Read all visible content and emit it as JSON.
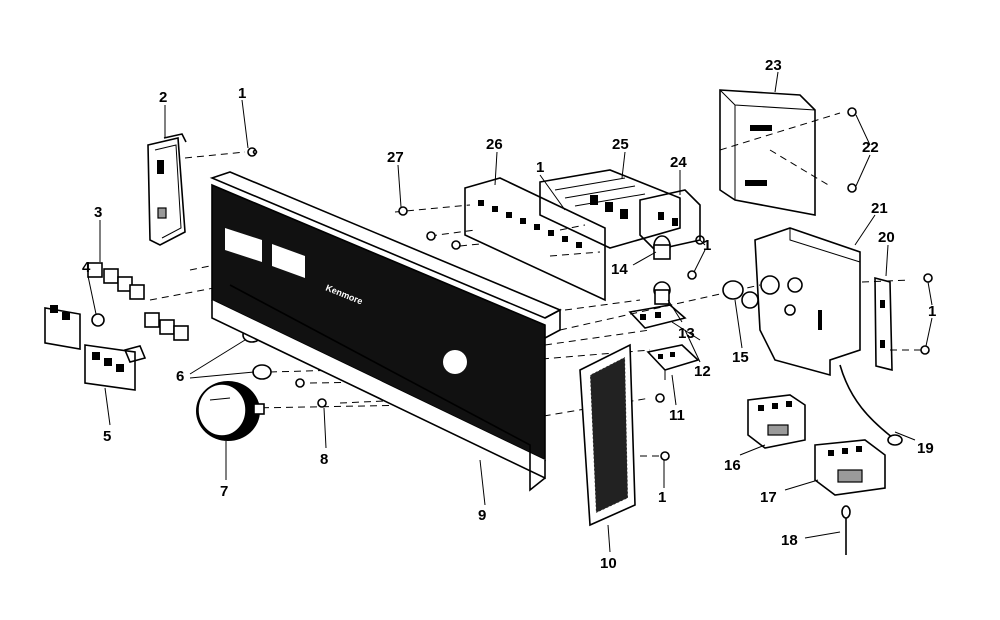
{
  "labels": {
    "l1a": "1",
    "l1b": "1",
    "l1c": "1",
    "l1d": "1",
    "l1e": "1",
    "l2": "2",
    "l3": "3",
    "l4": "4",
    "l5": "5",
    "l6": "6",
    "l7": "7",
    "l8": "8",
    "l9": "9",
    "l10": "10",
    "l11": "11",
    "l12": "12",
    "l13": "13",
    "l14": "14",
    "l15": "15",
    "l16": "16",
    "l17": "17",
    "l18": "18",
    "l19": "19",
    "l20": "20",
    "l21": "21",
    "l22": "22",
    "l23": "23",
    "l24": "24",
    "l25": "25",
    "l26": "26",
    "l27": "27"
  },
  "panel": {
    "brand_text": "Kenmore"
  }
}
